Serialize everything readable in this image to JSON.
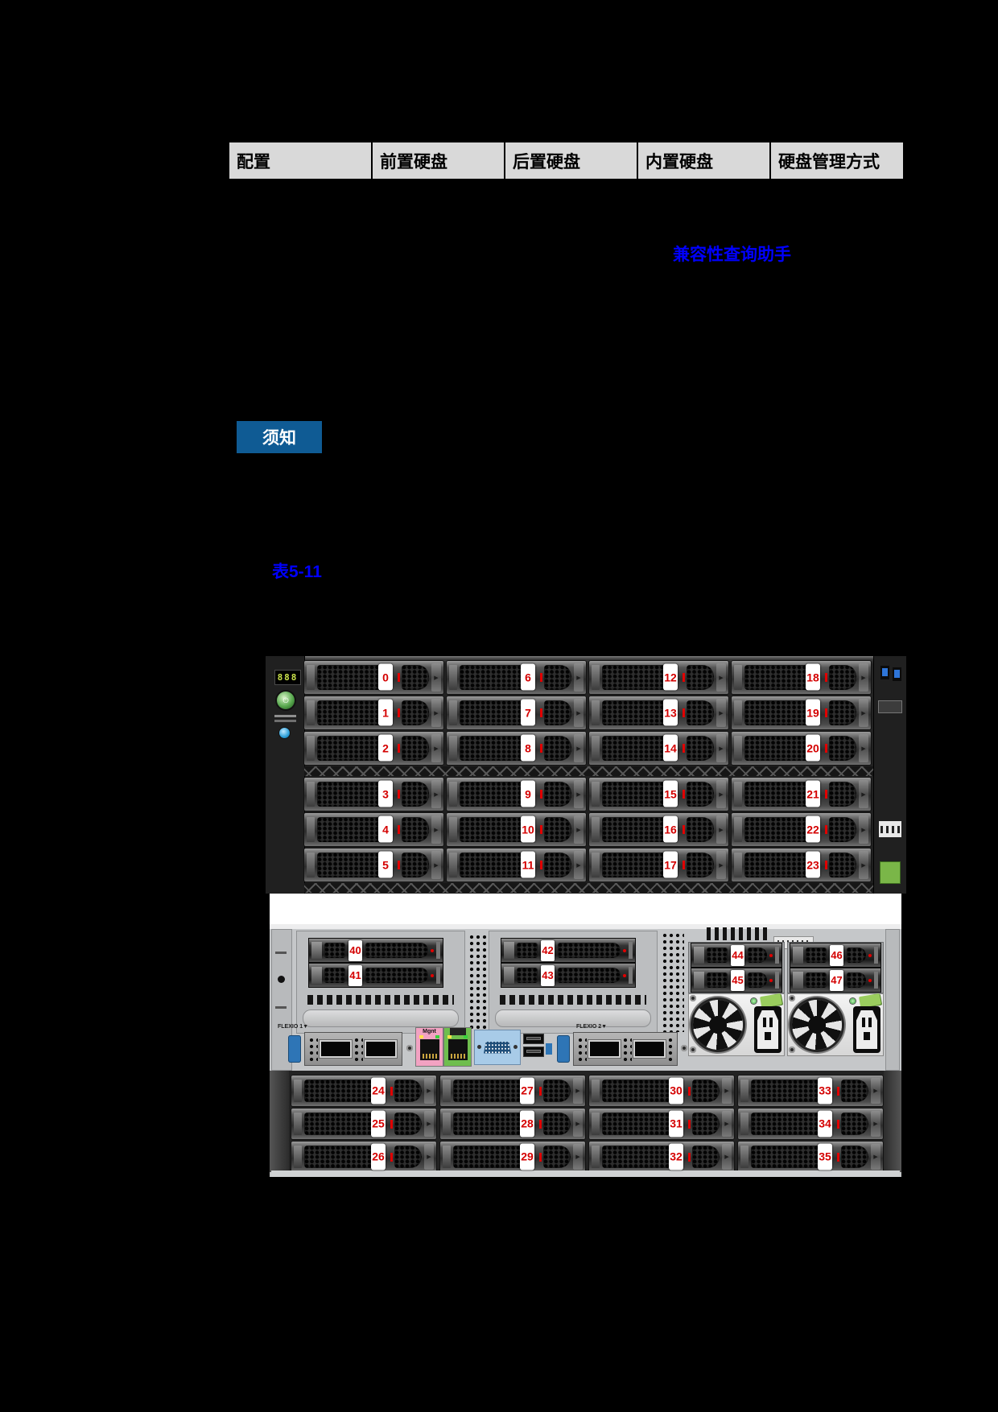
{
  "table": {
    "headers": [
      "配置",
      "前置硬盘",
      "后置硬盘",
      "内置硬盘",
      "硬盘管理方式"
    ]
  },
  "links": {
    "compatibility": "兼容性查询助手",
    "table_ref": "表5-11"
  },
  "notice": {
    "label": "须知"
  },
  "colors": {
    "link": "#0000FF",
    "notice_bg": "#0F5B94",
    "drive_number": "#d40000"
  },
  "front_view": {
    "led_text": "888",
    "drive_columns": [
      [
        0,
        1,
        2,
        3,
        4,
        5
      ],
      [
        6,
        7,
        8,
        9,
        10,
        11
      ],
      [
        12,
        13,
        14,
        15,
        16,
        17
      ],
      [
        18,
        19,
        20,
        21,
        22,
        23
      ]
    ]
  },
  "rear_view": {
    "riser1_drives": [
      40,
      41
    ],
    "riser2_drives": [
      42,
      43
    ],
    "psu1_drives": [
      44,
      45
    ],
    "psu2_drives": [
      46,
      47
    ],
    "flexio1_label": "FLEXIO 1▼",
    "flexio2_label": "FLEXIO 2▼",
    "mgmt_port_label": "Mgnt",
    "bottom_drive_columns": [
      [
        24,
        25,
        26
      ],
      [
        27,
        28,
        29
      ],
      [
        30,
        31,
        32
      ],
      [
        33,
        34,
        35
      ]
    ]
  }
}
